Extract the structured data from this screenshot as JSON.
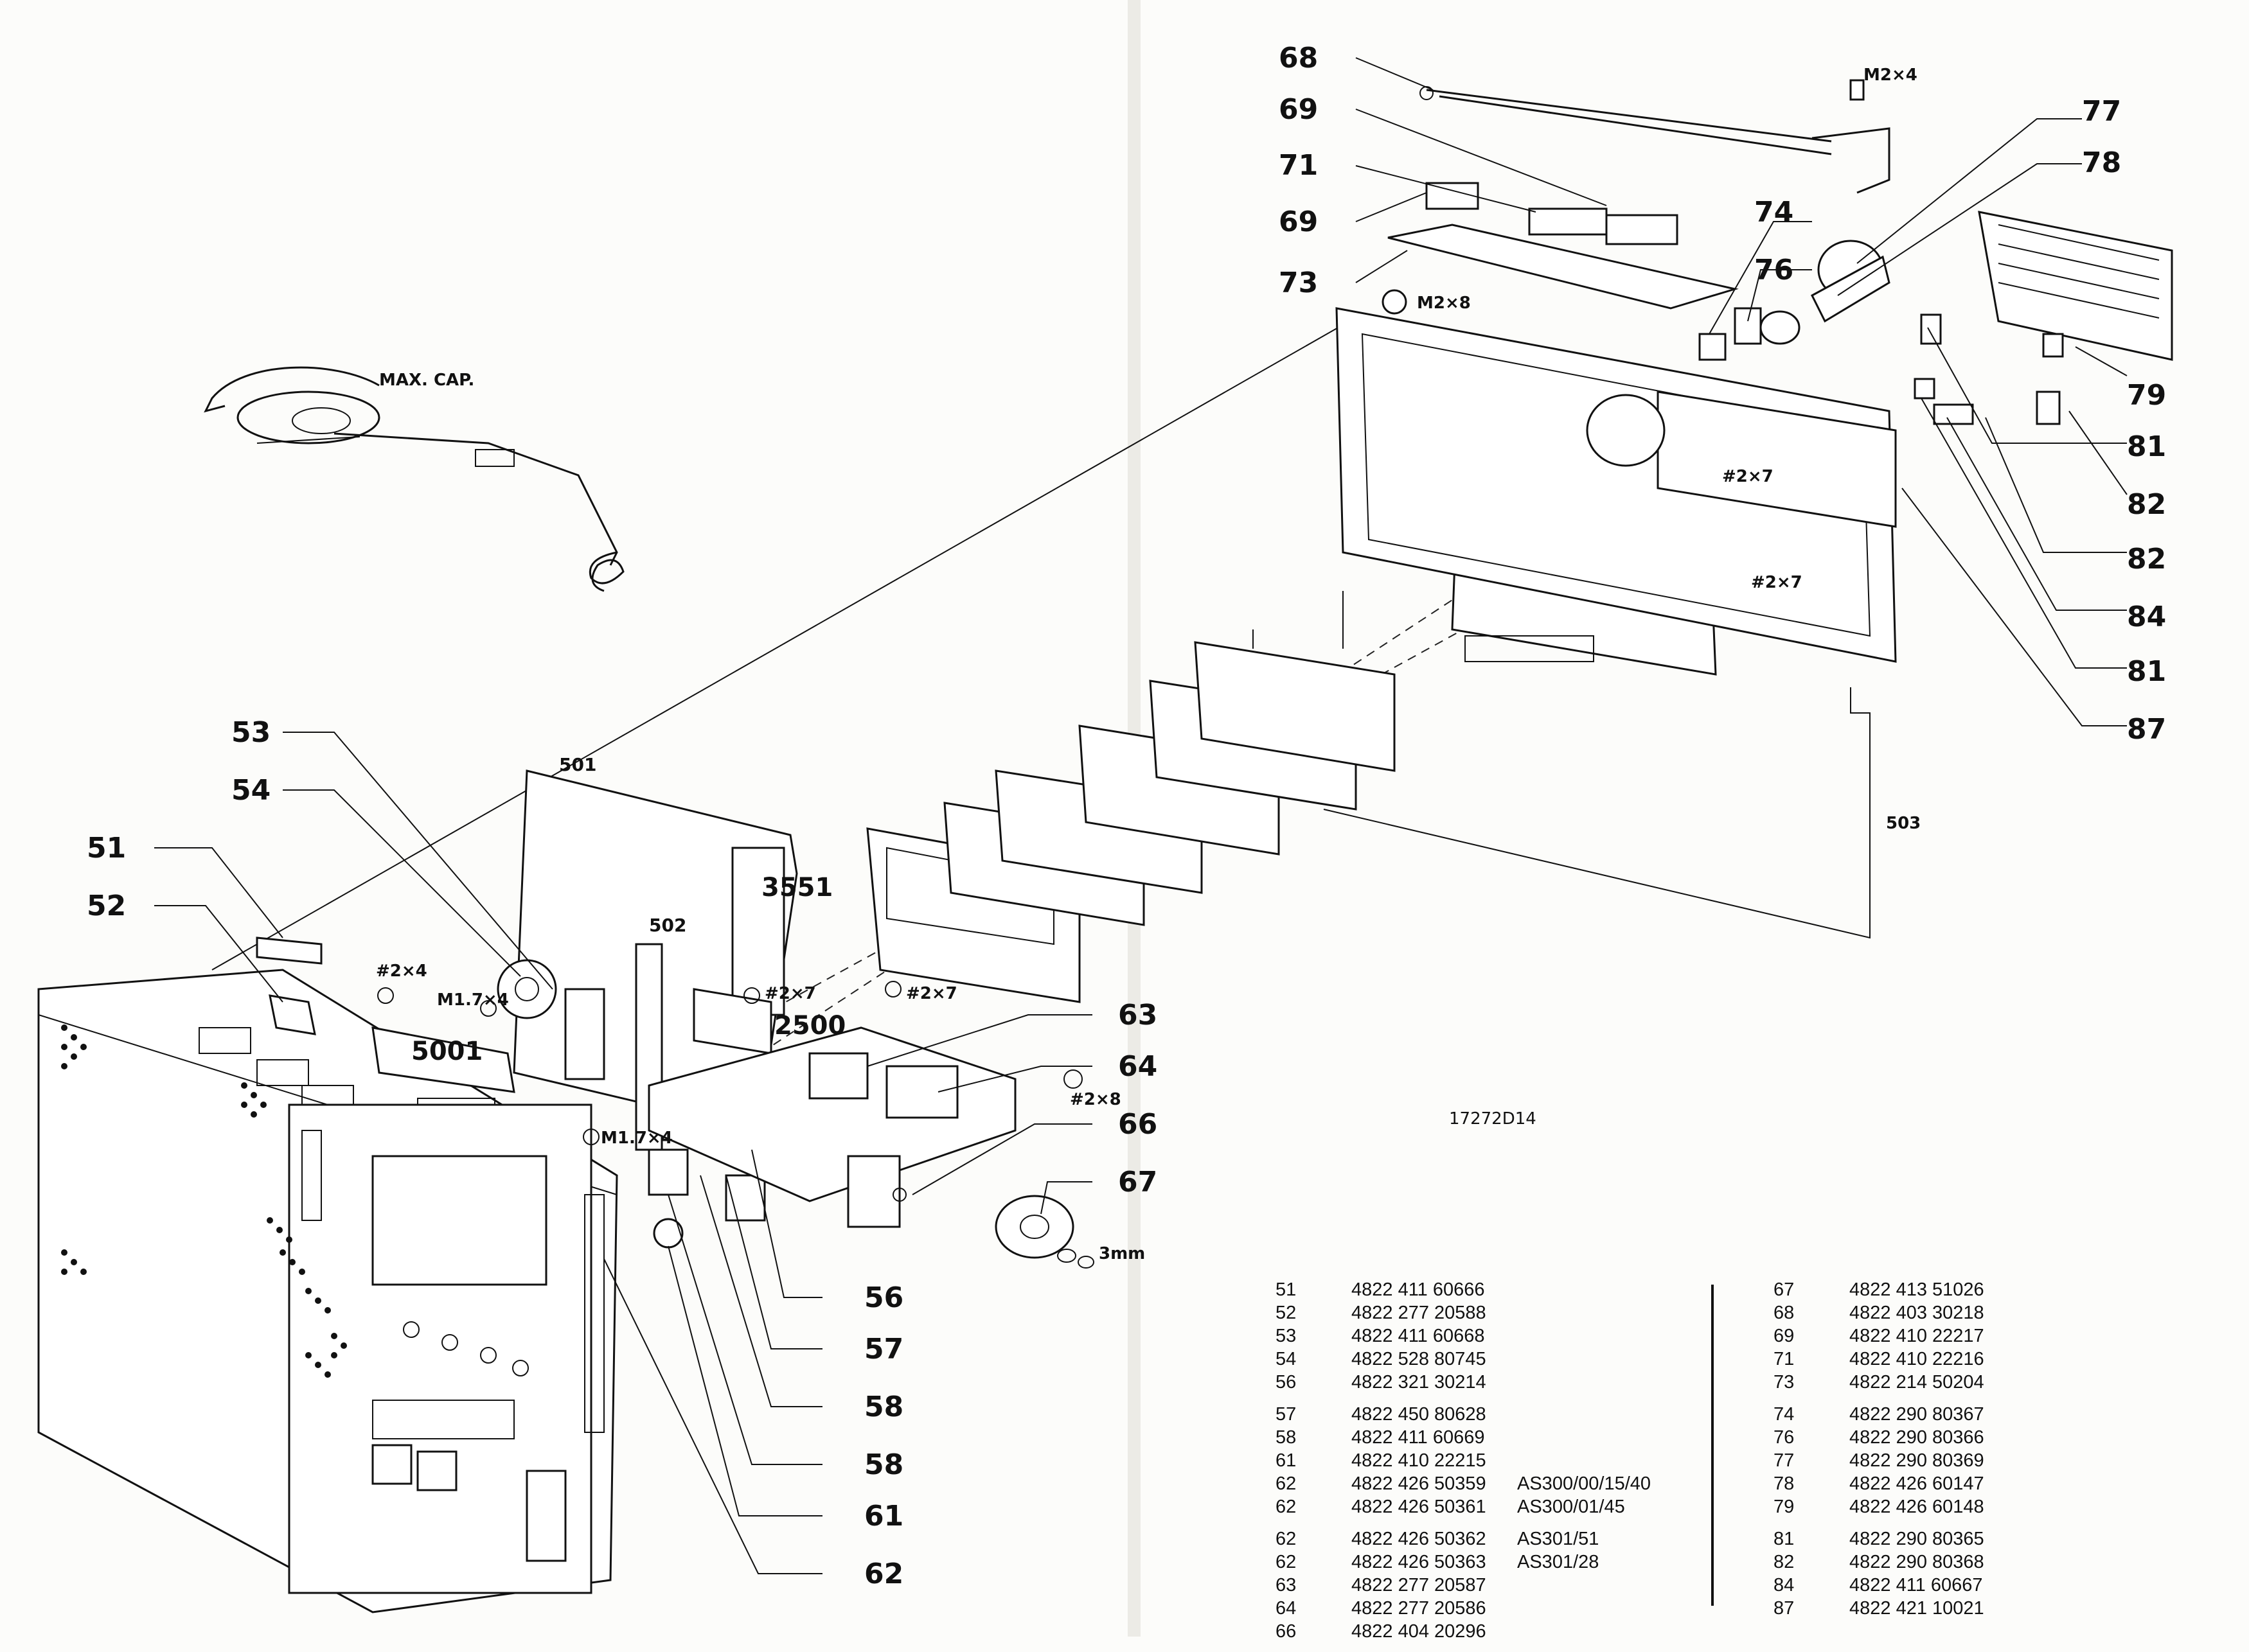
{
  "drawing_ref": "17272D14",
  "labels": {
    "max_cap": "MAX. CAP.",
    "screw_m2x4": "M2×4",
    "screw_m2x8_top": "M2×8",
    "screw_2x7_a": "#2×7",
    "screw_2x7_b": "#2×7",
    "screw_2x4": "#2×4",
    "screw_m17x4_a": "M1.7×4",
    "screw_m17x4_b": "M1.7×4",
    "screw_2x7_c": "#2×7",
    "screw_2x7_d": "#2×7",
    "screw_2x8": "#2×8",
    "washer_3mm": "3mm",
    "pcb_501": "501",
    "pcb_502": "502",
    "pcb_503": "503",
    "comp_3551": "3551",
    "comp_2500": "2500",
    "comp_5001": "5001"
  },
  "callouts": {
    "c68": "68",
    "c69a": "69",
    "c71": "71",
    "c69b": "69",
    "c73": "73",
    "c74": "74",
    "c76": "76",
    "c77": "77",
    "c78": "78",
    "c79": "79",
    "c81a": "81",
    "c82a": "82",
    "c82b": "82",
    "c84": "84",
    "c81b": "81",
    "c87": "87",
    "c53": "53",
    "c54": "54",
    "c51": "51",
    "c52": "52",
    "c63": "63",
    "c64": "64",
    "c66": "66",
    "c67": "67",
    "c56": "56",
    "c57": "57",
    "c58a": "58",
    "c58b": "58",
    "c61": "61",
    "c62": "62"
  },
  "parts_left": [
    [
      {
        "n": "51",
        "code": "4822 411 60666",
        "var": ""
      },
      {
        "n": "52",
        "code": "4822 277 20588",
        "var": ""
      },
      {
        "n": "53",
        "code": "4822 411 60668",
        "var": ""
      },
      {
        "n": "54",
        "code": "4822 528 80745",
        "var": ""
      },
      {
        "n": "56",
        "code": "4822 321 30214",
        "var": ""
      }
    ],
    [
      {
        "n": "57",
        "code": "4822 450 80628",
        "var": ""
      },
      {
        "n": "58",
        "code": "4822 411 60669",
        "var": ""
      },
      {
        "n": "61",
        "code": "4822 410 22215",
        "var": ""
      },
      {
        "n": "62",
        "code": "4822 426 50359",
        "var": "AS300/00/15/40"
      },
      {
        "n": "62",
        "code": "4822 426 50361",
        "var": "AS300/01/45"
      }
    ],
    [
      {
        "n": "62",
        "code": "4822 426 50362",
        "var": "AS301/51"
      },
      {
        "n": "62",
        "code": "4822 426 50363",
        "var": "AS301/28"
      },
      {
        "n": "63",
        "code": "4822 277 20587",
        "var": ""
      },
      {
        "n": "64",
        "code": "4822 277 20586",
        "var": ""
      },
      {
        "n": "66",
        "code": "4822 404 20296",
        "var": ""
      }
    ]
  ],
  "parts_right": [
    [
      {
        "n": "67",
        "code": "4822 413 51026"
      },
      {
        "n": "68",
        "code": "4822 403 30218"
      },
      {
        "n": "69",
        "code": "4822 410 22217"
      },
      {
        "n": "71",
        "code": "4822 410 22216"
      },
      {
        "n": "73",
        "code": "4822 214 50204"
      }
    ],
    [
      {
        "n": "74",
        "code": "4822 290 80367"
      },
      {
        "n": "76",
        "code": "4822 290 80366"
      },
      {
        "n": "77",
        "code": "4822 290 80369"
      },
      {
        "n": "78",
        "code": "4822 426 60147"
      },
      {
        "n": "79",
        "code": "4822 426 60148"
      }
    ],
    [
      {
        "n": "81",
        "code": "4822 290 80365"
      },
      {
        "n": "82",
        "code": "4822 290 80368"
      },
      {
        "n": "84",
        "code": "4822 411 60667"
      },
      {
        "n": "87",
        "code": "4822 421 10021"
      }
    ]
  ]
}
